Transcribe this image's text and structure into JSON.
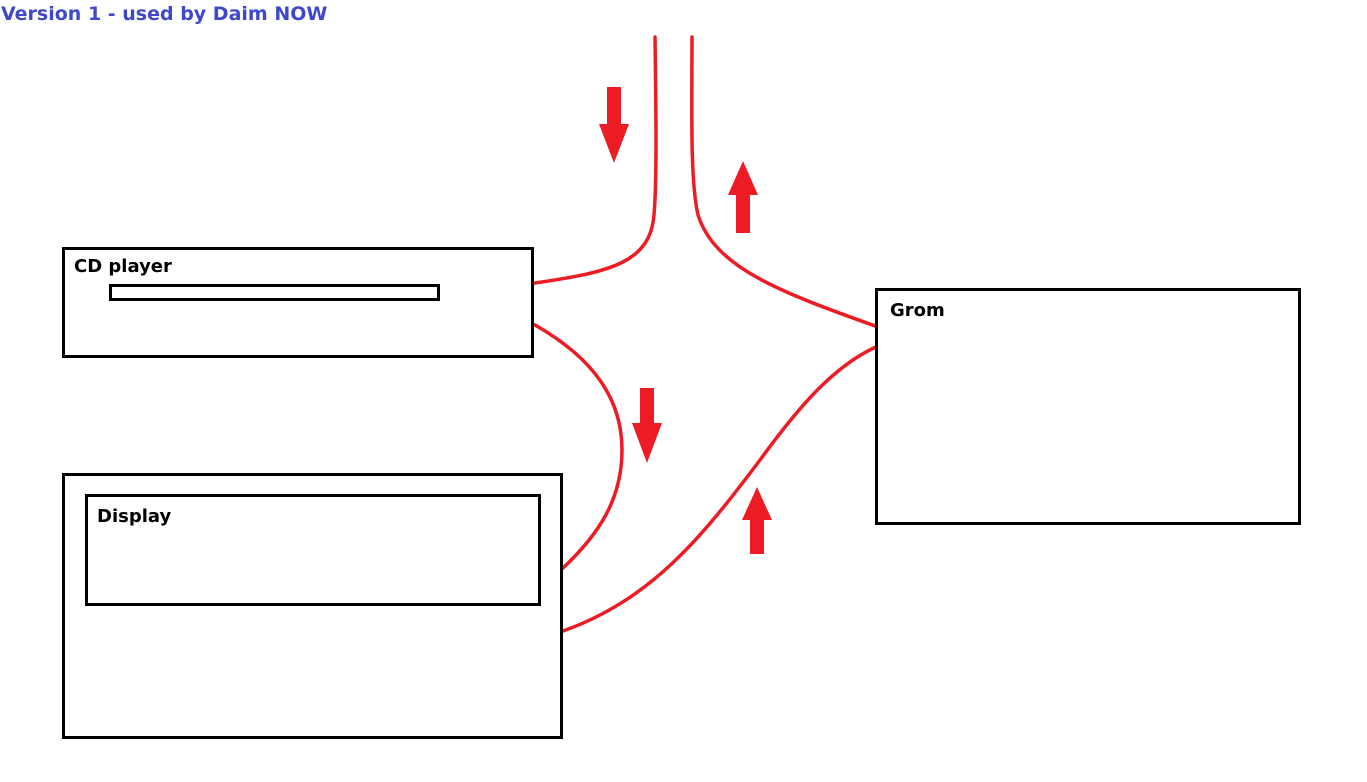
{
  "title": "Version 1 - used by Daim NOW",
  "colors": {
    "title": "#3f48cc",
    "wire": "#ed1c24",
    "box_border": "#000000"
  },
  "components": {
    "cd_player": {
      "label": "CD player"
    },
    "display": {
      "label": "Display"
    },
    "grom": {
      "label": "Grom"
    }
  },
  "arrows": [
    {
      "id": "arrow-incoming-down",
      "direction": "down"
    },
    {
      "id": "arrow-outgoing-up",
      "direction": "up"
    },
    {
      "id": "arrow-cd-to-display-down",
      "direction": "down"
    },
    {
      "id": "arrow-display-to-grom-up",
      "direction": "up"
    }
  ]
}
